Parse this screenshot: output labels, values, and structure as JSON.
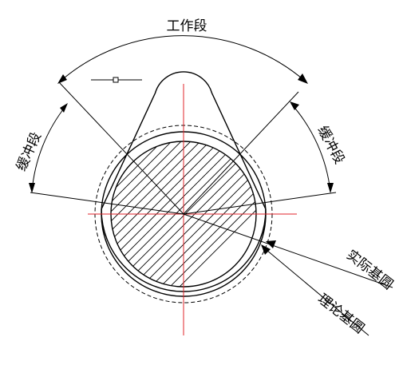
{
  "labels": {
    "working_section": "工作段",
    "buffer_left": "缓冲段",
    "buffer_right": "缓冲段",
    "actual_base_circle": "实际基圆",
    "theoretical_base_circle": "理论基圆"
  },
  "colors": {
    "line": "#000000",
    "centerline": "#e0262b",
    "background": "#ffffff"
  }
}
